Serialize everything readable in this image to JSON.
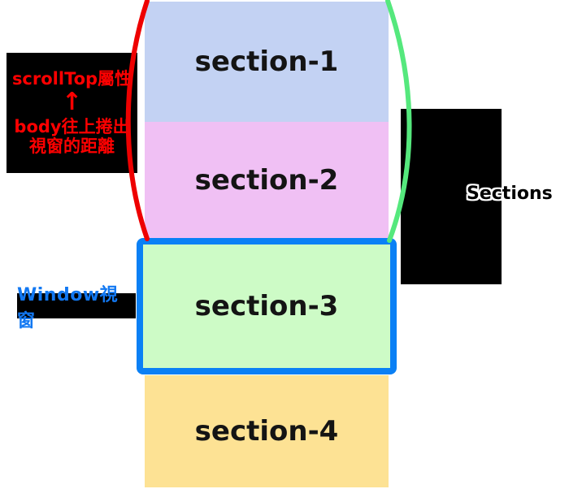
{
  "diagram": {
    "sections": [
      {
        "label": "section-1",
        "bg": "#c3d2f3"
      },
      {
        "label": "section-2",
        "bg": "#f0c0f4"
      },
      {
        "label": "section-3",
        "bg": "#cdfbc6"
      },
      {
        "label": "section-4",
        "bg": "#fde294"
      }
    ],
    "scrolltop_callout": {
      "line1": "scrollTop屬性",
      "arrow": "↑",
      "line2": "body往上捲出",
      "line3": "視窗的距離",
      "text_color": "#ff0000",
      "bg_color": "#000000"
    },
    "window_callout": {
      "text": "Window視窗",
      "text_color": "#1278f2",
      "bg_color": "#000000"
    },
    "sections_callout": {
      "text": "Sections",
      "text_color": "#000000",
      "outline_color": "#ffffff",
      "bg_color": "#000000"
    },
    "window_border_color": "#0a80f5",
    "left_arc_color": "#ee0000",
    "right_arc_color": "#55e87d"
  }
}
